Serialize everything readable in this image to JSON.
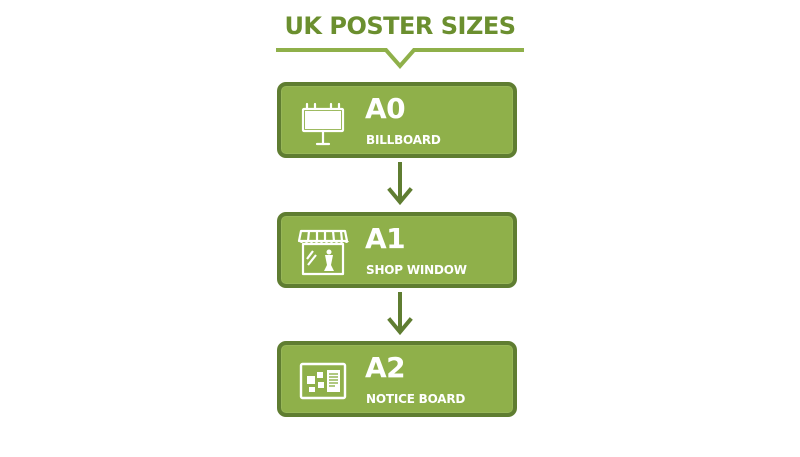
{
  "title": "UK POSTER SIZES",
  "colors": {
    "title": "#6b8f2f",
    "card_fill": "#8fb04a",
    "card_border": "#5f7d31",
    "arrow": "#5f7d31",
    "text_on_card": "#ffffff"
  },
  "sizes": [
    {
      "code": "A0",
      "label": "BILLBOARD",
      "icon": "billboard-icon"
    },
    {
      "code": "A1",
      "label": "SHOP WINDOW",
      "icon": "shop-window-icon"
    },
    {
      "code": "A2",
      "label": "NOTICE BOARD",
      "icon": "notice-board-icon"
    }
  ]
}
